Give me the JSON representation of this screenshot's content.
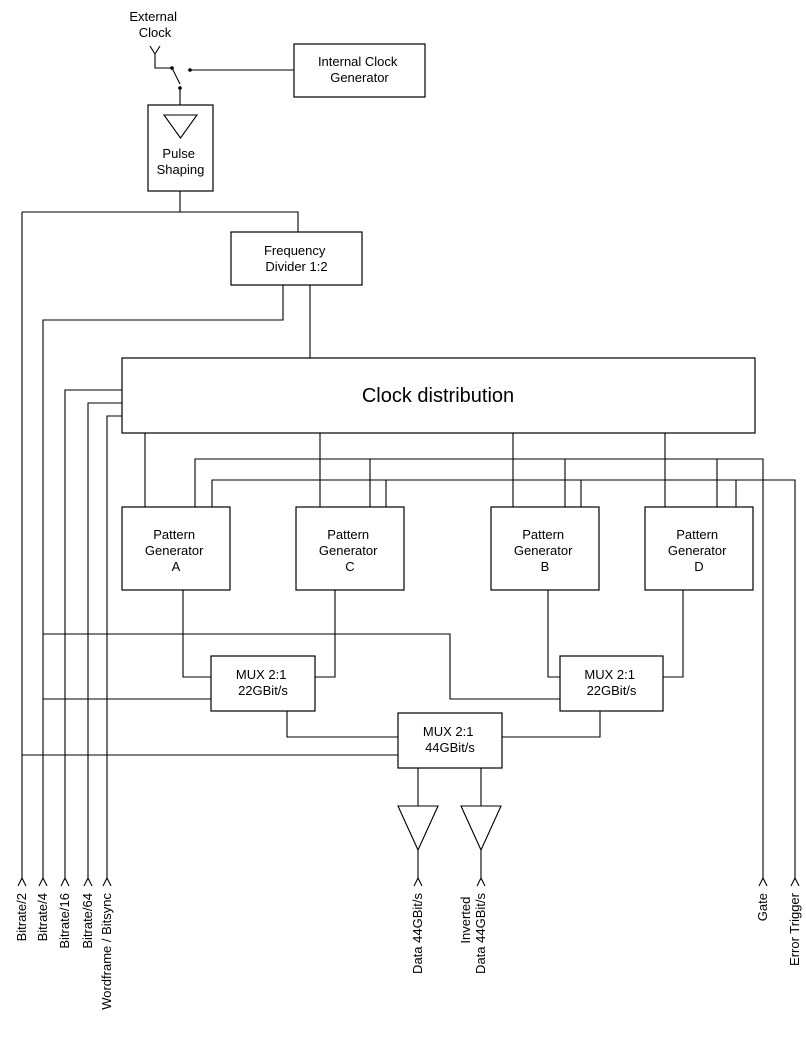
{
  "clock": {
    "external_label": [
      "External",
      "Clock"
    ],
    "internal_label": [
      "Internal Clock",
      "Generator"
    ],
    "pulse_shaping_label": [
      "Pulse",
      "Shaping"
    ]
  },
  "divider": {
    "label": [
      "Frequency",
      "Divider 1:2"
    ]
  },
  "clock_distribution": {
    "label": "Clock distribution"
  },
  "pattern_generators": [
    {
      "label": [
        "Pattern",
        "Generator",
        "A"
      ]
    },
    {
      "label": [
        "Pattern",
        "Generator",
        "C"
      ]
    },
    {
      "label": [
        "Pattern",
        "Generator",
        "B"
      ]
    },
    {
      "label": [
        "Pattern",
        "Generator",
        "D"
      ]
    }
  ],
  "muxes": [
    {
      "label": [
        "MUX 2:1",
        "22GBit/s"
      ]
    },
    {
      "label": [
        "MUX 2:1",
        "22GBit/s"
      ]
    },
    {
      "label": [
        "MUX 2:1",
        "44GBit/s"
      ]
    }
  ],
  "outputs": {
    "left": [
      "Bitrate/2",
      "Bitrate/4",
      "Bitrate/16",
      "Bitrate/64",
      "Wordframe / Bitsync"
    ],
    "data": [
      "Data 44GBit/s"
    ],
    "inverted": [
      "Inverted",
      "Data 44GBit/s"
    ],
    "gate": "Gate",
    "error_trigger": "Error Trigger"
  }
}
